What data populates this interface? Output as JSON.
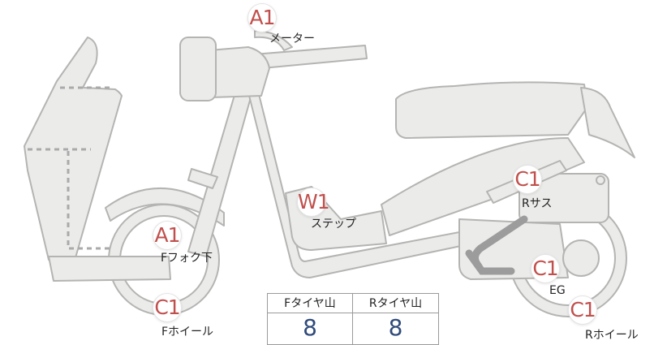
{
  "parts": [
    {
      "id": "meter",
      "grade": "A1",
      "label": "メーター"
    },
    {
      "id": "rear-suspension",
      "grade": "C1",
      "label": "Rサス"
    },
    {
      "id": "step",
      "grade": "W1",
      "label": "ステップ"
    },
    {
      "id": "front-fork-lower",
      "grade": "A1",
      "label": "Fフォク下"
    },
    {
      "id": "engine",
      "grade": "C1",
      "label": "EG"
    },
    {
      "id": "front-wheel",
      "grade": "C1",
      "label": "Fホイール"
    },
    {
      "id": "rear-wheel",
      "grade": "C1",
      "label": "Rホイール"
    }
  ],
  "tire_tread": {
    "front_label": "Fタイヤ山",
    "rear_label": "Rタイヤ山",
    "front_value": "8",
    "rear_value": "8"
  },
  "colors": {
    "grade_text": "#c0504d",
    "tread_value": "#2f4a7a",
    "body_fill": "#ebebea",
    "body_stroke": "#b4b4b2"
  }
}
